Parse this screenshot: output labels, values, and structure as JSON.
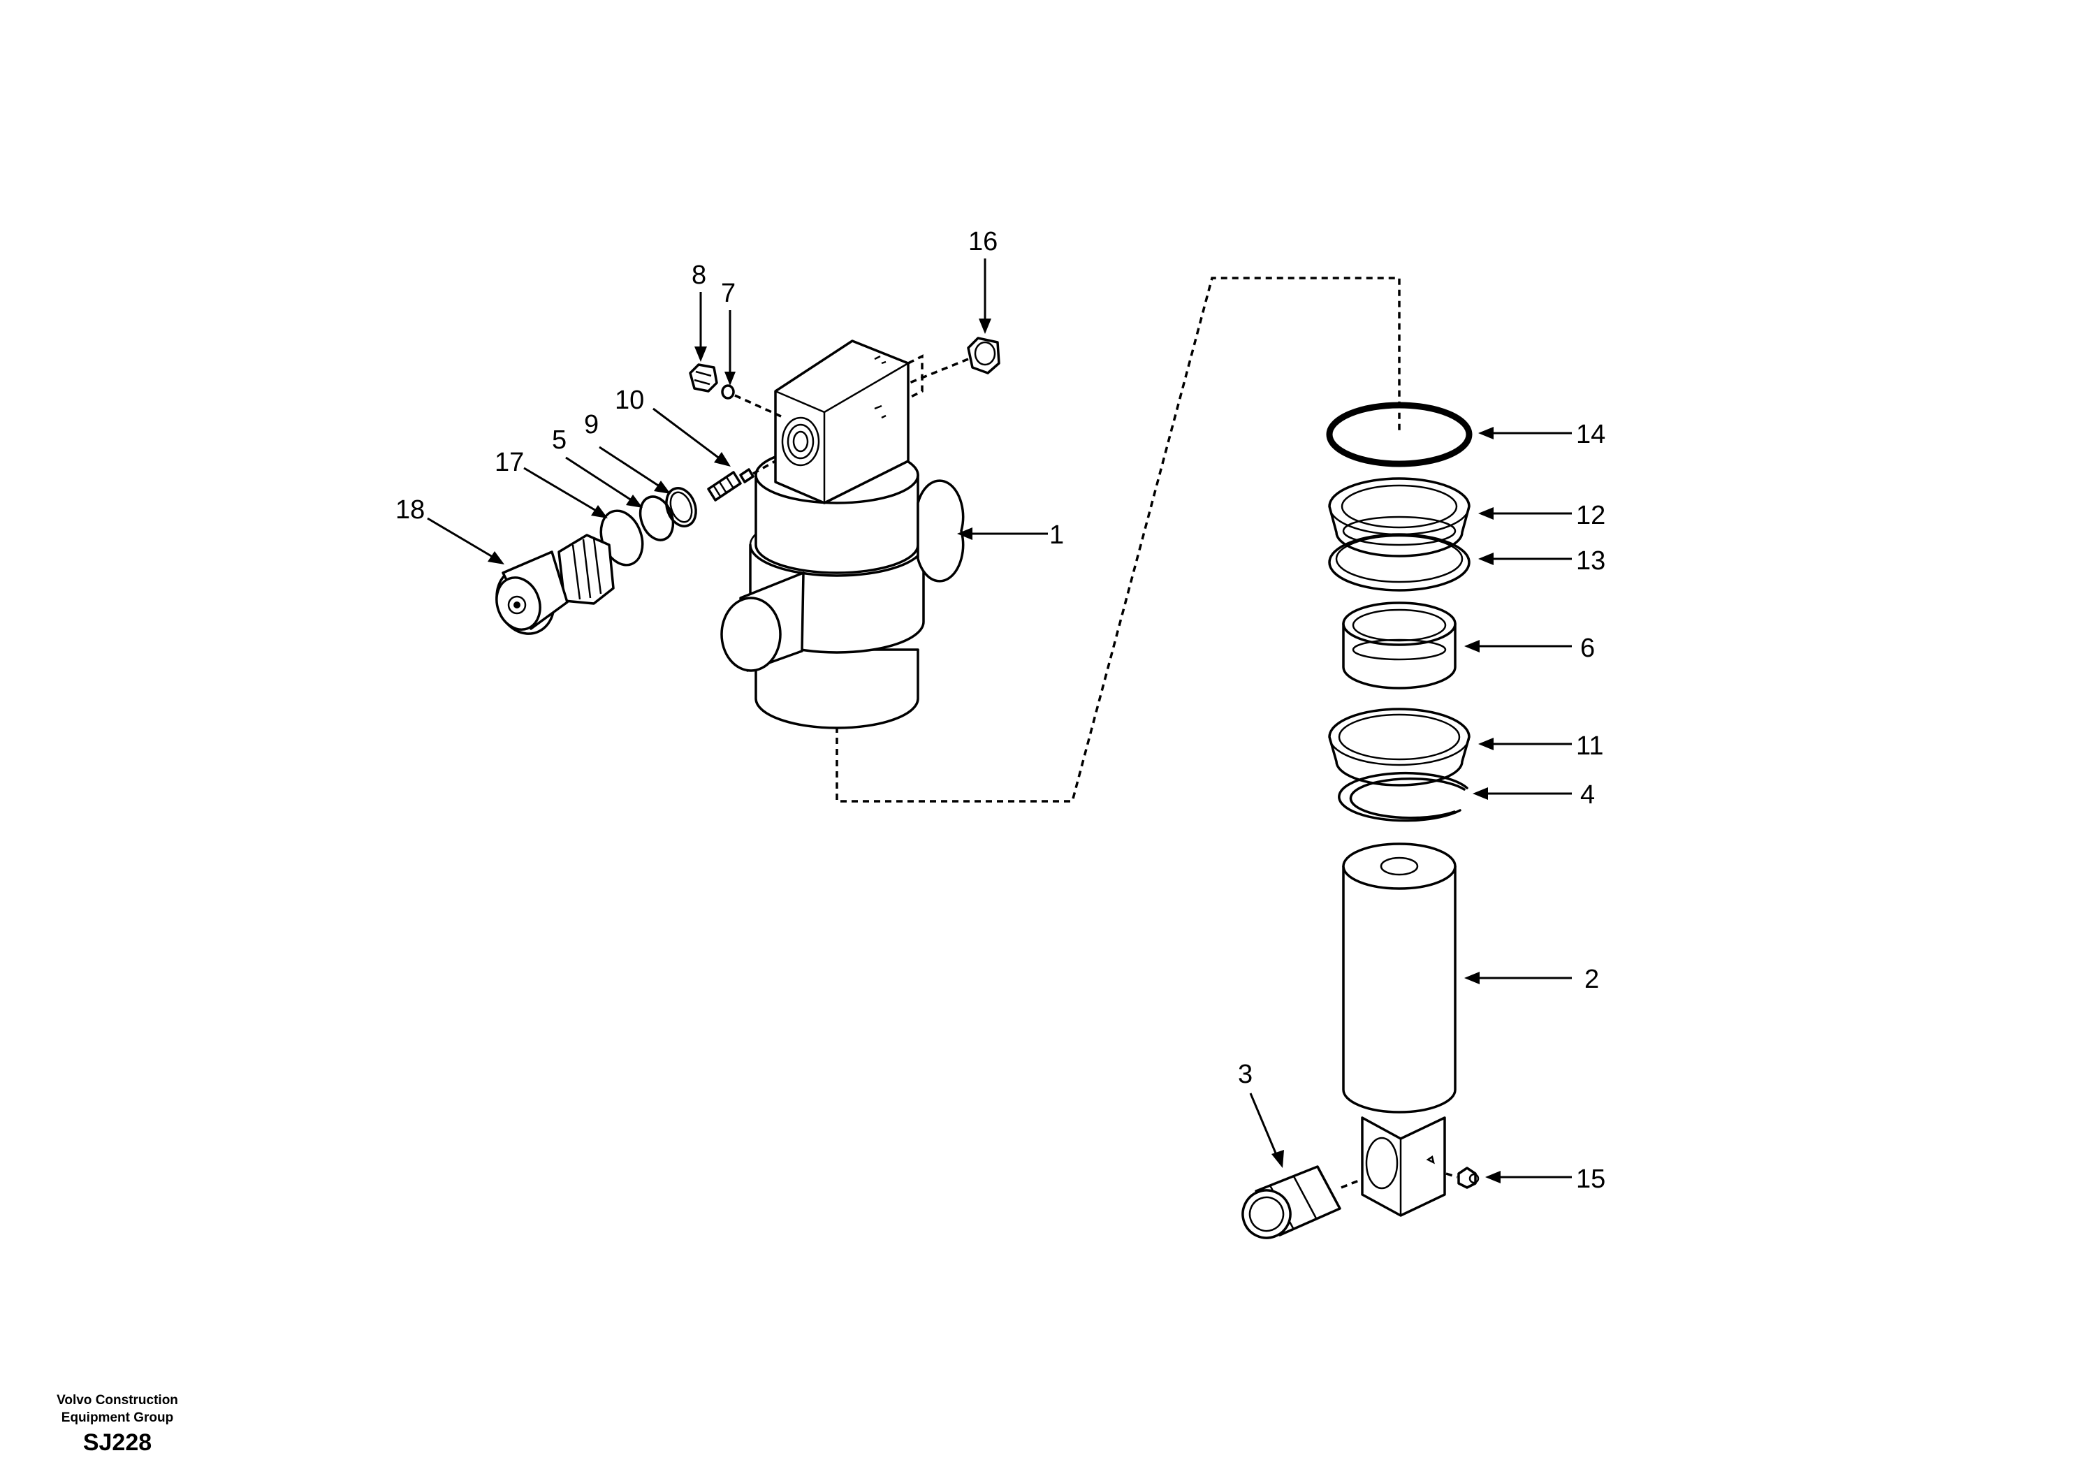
{
  "figure": {
    "part_callouts": [
      {
        "id": "c14",
        "label": "14"
      },
      {
        "id": "c12",
        "label": "12"
      },
      {
        "id": "c13",
        "label": "13"
      },
      {
        "id": "c6",
        "label": "6"
      },
      {
        "id": "c11",
        "label": "11"
      },
      {
        "id": "c4",
        "label": "4"
      },
      {
        "id": "c2",
        "label": "2"
      },
      {
        "id": "c15",
        "label": "15"
      },
      {
        "id": "c3",
        "label": "3"
      },
      {
        "id": "c1",
        "label": "1"
      },
      {
        "id": "c16",
        "label": "16"
      },
      {
        "id": "c8",
        "label": "8"
      },
      {
        "id": "c7",
        "label": "7"
      },
      {
        "id": "c10",
        "label": "10"
      },
      {
        "id": "c9",
        "label": "9"
      },
      {
        "id": "c5",
        "label": "5"
      },
      {
        "id": "c17",
        "label": "17"
      },
      {
        "id": "c18",
        "label": "18"
      }
    ]
  },
  "footer": {
    "company_line1": "Volvo Construction",
    "company_line2": "Equipment Group",
    "drawing_code": "SJ228"
  }
}
